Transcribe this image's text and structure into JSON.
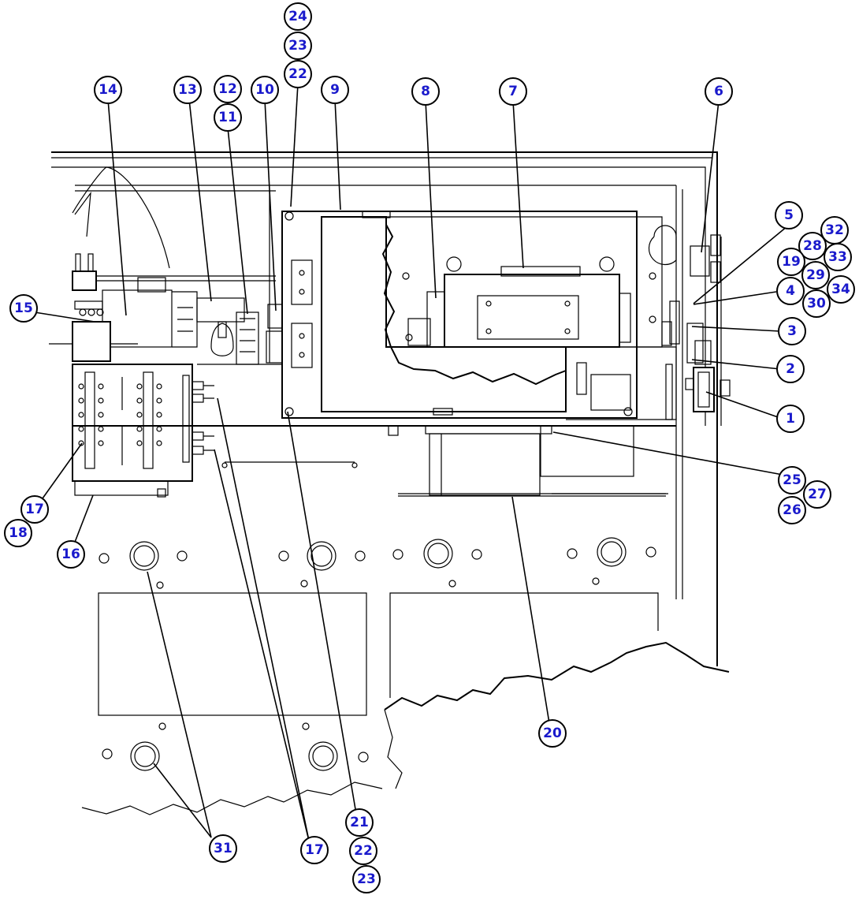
{
  "callouts": [
    {
      "id": "c24",
      "label": "24"
    },
    {
      "id": "c23a",
      "label": "23"
    },
    {
      "id": "c22a",
      "label": "22"
    },
    {
      "id": "c14",
      "label": "14"
    },
    {
      "id": "c13",
      "label": "13"
    },
    {
      "id": "c12",
      "label": "12"
    },
    {
      "id": "c11",
      "label": "11"
    },
    {
      "id": "c10",
      "label": "10"
    },
    {
      "id": "c9",
      "label": "9"
    },
    {
      "id": "c8",
      "label": "8"
    },
    {
      "id": "c7",
      "label": "7"
    },
    {
      "id": "c6",
      "label": "6"
    },
    {
      "id": "c5",
      "label": "5"
    },
    {
      "id": "c32",
      "label": "32"
    },
    {
      "id": "c28",
      "label": "28"
    },
    {
      "id": "c19",
      "label": "19"
    },
    {
      "id": "c33",
      "label": "33"
    },
    {
      "id": "c29",
      "label": "29"
    },
    {
      "id": "c4",
      "label": "4"
    },
    {
      "id": "c34",
      "label": "34"
    },
    {
      "id": "c30",
      "label": "30"
    },
    {
      "id": "c3",
      "label": "3"
    },
    {
      "id": "c2",
      "label": "2"
    },
    {
      "id": "c1",
      "label": "1"
    },
    {
      "id": "c15",
      "label": "15"
    },
    {
      "id": "c17a",
      "label": "17"
    },
    {
      "id": "c18",
      "label": "18"
    },
    {
      "id": "c16",
      "label": "16"
    },
    {
      "id": "c25",
      "label": "25"
    },
    {
      "id": "c27",
      "label": "27"
    },
    {
      "id": "c26",
      "label": "26"
    },
    {
      "id": "c20",
      "label": "20"
    },
    {
      "id": "c21",
      "label": "21"
    },
    {
      "id": "c22b",
      "label": "22"
    },
    {
      "id": "c23b",
      "label": "23"
    },
    {
      "id": "c31",
      "label": "31"
    },
    {
      "id": "c17b",
      "label": "17"
    }
  ]
}
